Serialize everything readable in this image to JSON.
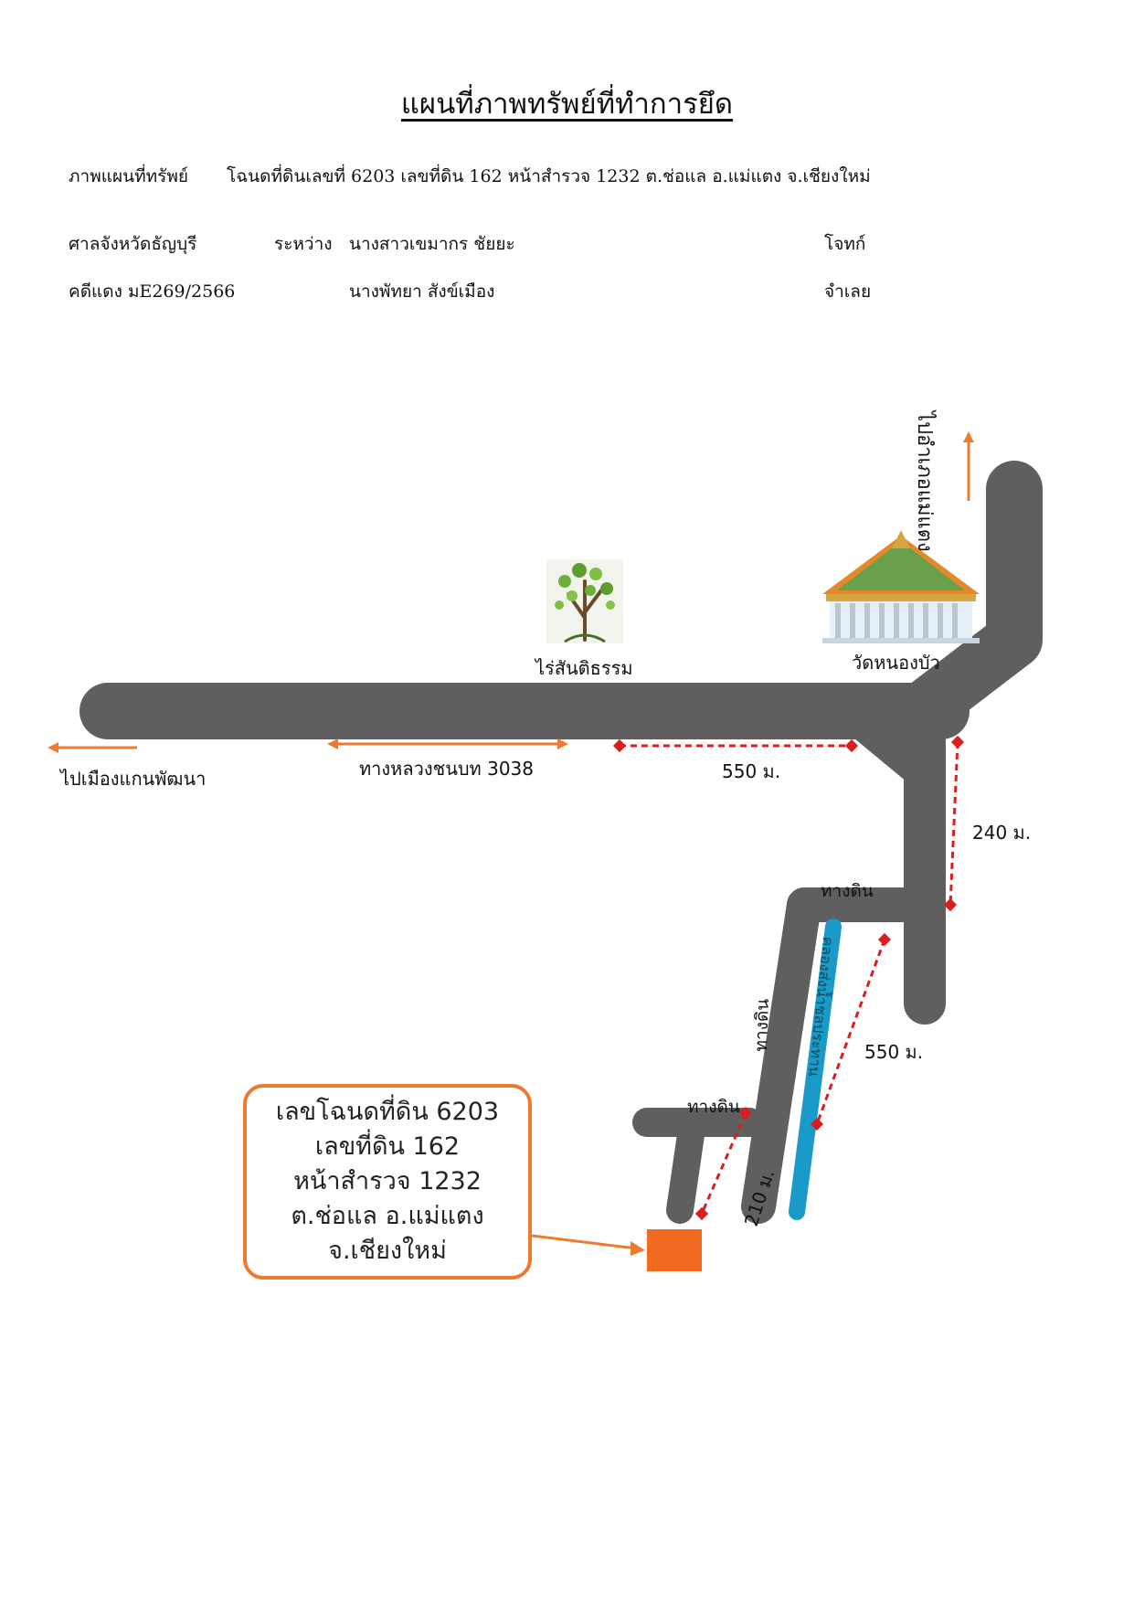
{
  "title": "แผนที่ภาพทรัพย์ที่ทำการยึด",
  "header": {
    "row1_label": "ภาพแผนที่ทรัพย์",
    "row1_value": "โฉนดที่ดินเลขที่ 6203 เลขที่ดิน 162 หน้าสำรวจ 1232 ต.ช่อแล อ.แม่แตง จ.เชียงใหม่",
    "court": "ศาลจังหวัดธัญบุรี",
    "between": "ระหว่าง",
    "plaintiff_name": "นางสาวเขมากร ชัยยะ",
    "plaintiff_role": "โจทก์",
    "case_no": "คดีแดง มE269/2566",
    "defendant_name": "นางพัทยา สังข์เมือง",
    "defendant_role": "จำเลย"
  },
  "map": {
    "to_mae_taeng": "ไปอำเภอแม่แตง",
    "to_muang_kaen": "ไปเมืองแกนพัฒนา",
    "highway": "ทางหลวงชนบท 3038",
    "landmark_farm": "ไร่สันติธรรม",
    "landmark_temple": "วัดหนองบัว",
    "dist_550_top": "550 ม.",
    "dist_240": "240 ม.",
    "dist_550_side": "550 ม.",
    "dist_210": "210 ม.",
    "dirt_road_1": "ทางดิน",
    "dirt_road_2": "ทางดิน",
    "dirt_road_3": "ทางดิน",
    "canal": "คลองส่งน้ำชลประทาน",
    "callout": [
      "เลขโฉนดที่ดิน 6203",
      "เลขที่ดิน 162",
      "หน้าสำรวจ 1232",
      "ต.ช่อแล อ.แม่แตง",
      "จ.เชียงใหม่"
    ]
  },
  "colors": {
    "road": "#5f5f5f",
    "arrow": "#ee7a30",
    "distance": "#d81e1e",
    "canal": "#1a9ac8",
    "parcel": "#f26a21"
  }
}
